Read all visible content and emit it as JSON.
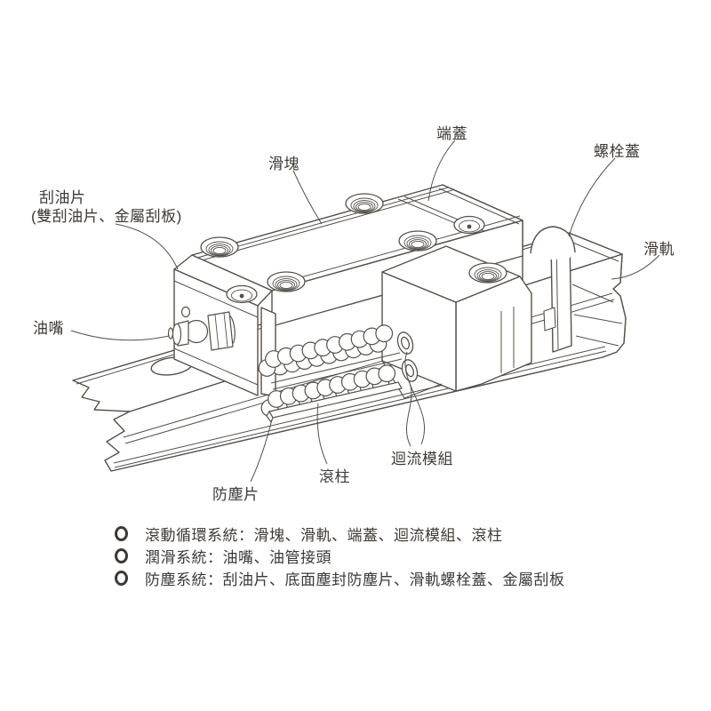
{
  "diagram": {
    "labels": {
      "slider": "滑塊",
      "end_cap": "端蓋",
      "bolt_cover": "螺栓蓋",
      "rail": "滑軌",
      "oil_scraper": "刮油片",
      "oil_scraper_sub": "(雙刮油片、金屬刮板)",
      "oil_nipple": "油嘴",
      "recirculation_module": "迴流模組",
      "roller": "滾柱",
      "dust_sheet": "防塵片"
    }
  },
  "legend": {
    "items": [
      "滾動循環系統：滑塊、滑軌、端蓋、迴流模組、滾柱",
      "潤滑系統：油嘴、油管接頭",
      "防塵系統：刮油片、底面塵封防塵片、滑軌螺栓蓋、金屬刮板"
    ]
  },
  "colors": {
    "line": "#55504b",
    "text": "#3d3936",
    "background": "#ffffff"
  }
}
